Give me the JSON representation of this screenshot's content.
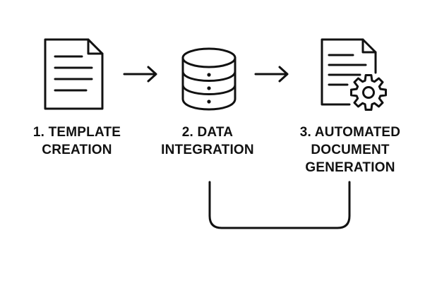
{
  "steps": [
    {
      "icon": "document-icon",
      "label_lines": [
        "1. TEMPLATE",
        "CREATION"
      ]
    },
    {
      "icon": "database-icon",
      "label_lines": [
        "2. DATA",
        "INTEGRATION"
      ]
    },
    {
      "icon": "document-gear-icon",
      "label_lines": [
        "3. AUTOMATED",
        "DOCUMENT",
        "GENERATION"
      ]
    }
  ],
  "connectors": [
    {
      "from": 1,
      "to": 2,
      "kind": "arrow"
    },
    {
      "from": 2,
      "to": 3,
      "kind": "arrow"
    },
    {
      "from": 3,
      "to": 2,
      "kind": "feedback-bracket"
    }
  ],
  "colors": {
    "stroke": "#111111",
    "background": "#ffffff"
  }
}
